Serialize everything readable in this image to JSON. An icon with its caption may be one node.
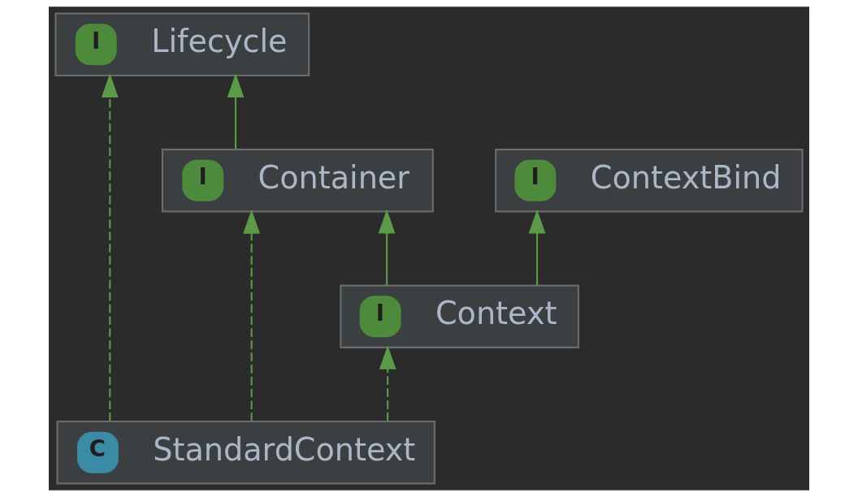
{
  "diagram": {
    "nodes": [
      {
        "text": [
          "I",
          "Lifecycle"
        ]
      },
      {
        "text": [
          "I",
          "ContextBind"
        ]
      },
      {
        "text": [
          "I",
          "Container"
        ]
      },
      {
        "text": [
          "I",
          "Context"
        ]
      },
      {
        "text": [
          "C",
          "StandardContext"
        ]
      }
    ],
    "edges": [
      {
        "from": 2,
        "to": 0,
        "arrow": "to"
      },
      {
        "from": 3,
        "to": 1,
        "arrow": "to"
      },
      {
        "from": 3,
        "to": 2,
        "arrow": "to"
      },
      {
        "from": 4,
        "to": 3,
        "arrow": "to",
        "style": "dashed"
      },
      {
        "from": 4,
        "to": 2,
        "arrow": "to",
        "style": "dashed"
      },
      {
        "from": 4,
        "to": 0,
        "arrow": "to",
        "style": "dashed"
      }
    ]
  }
}
